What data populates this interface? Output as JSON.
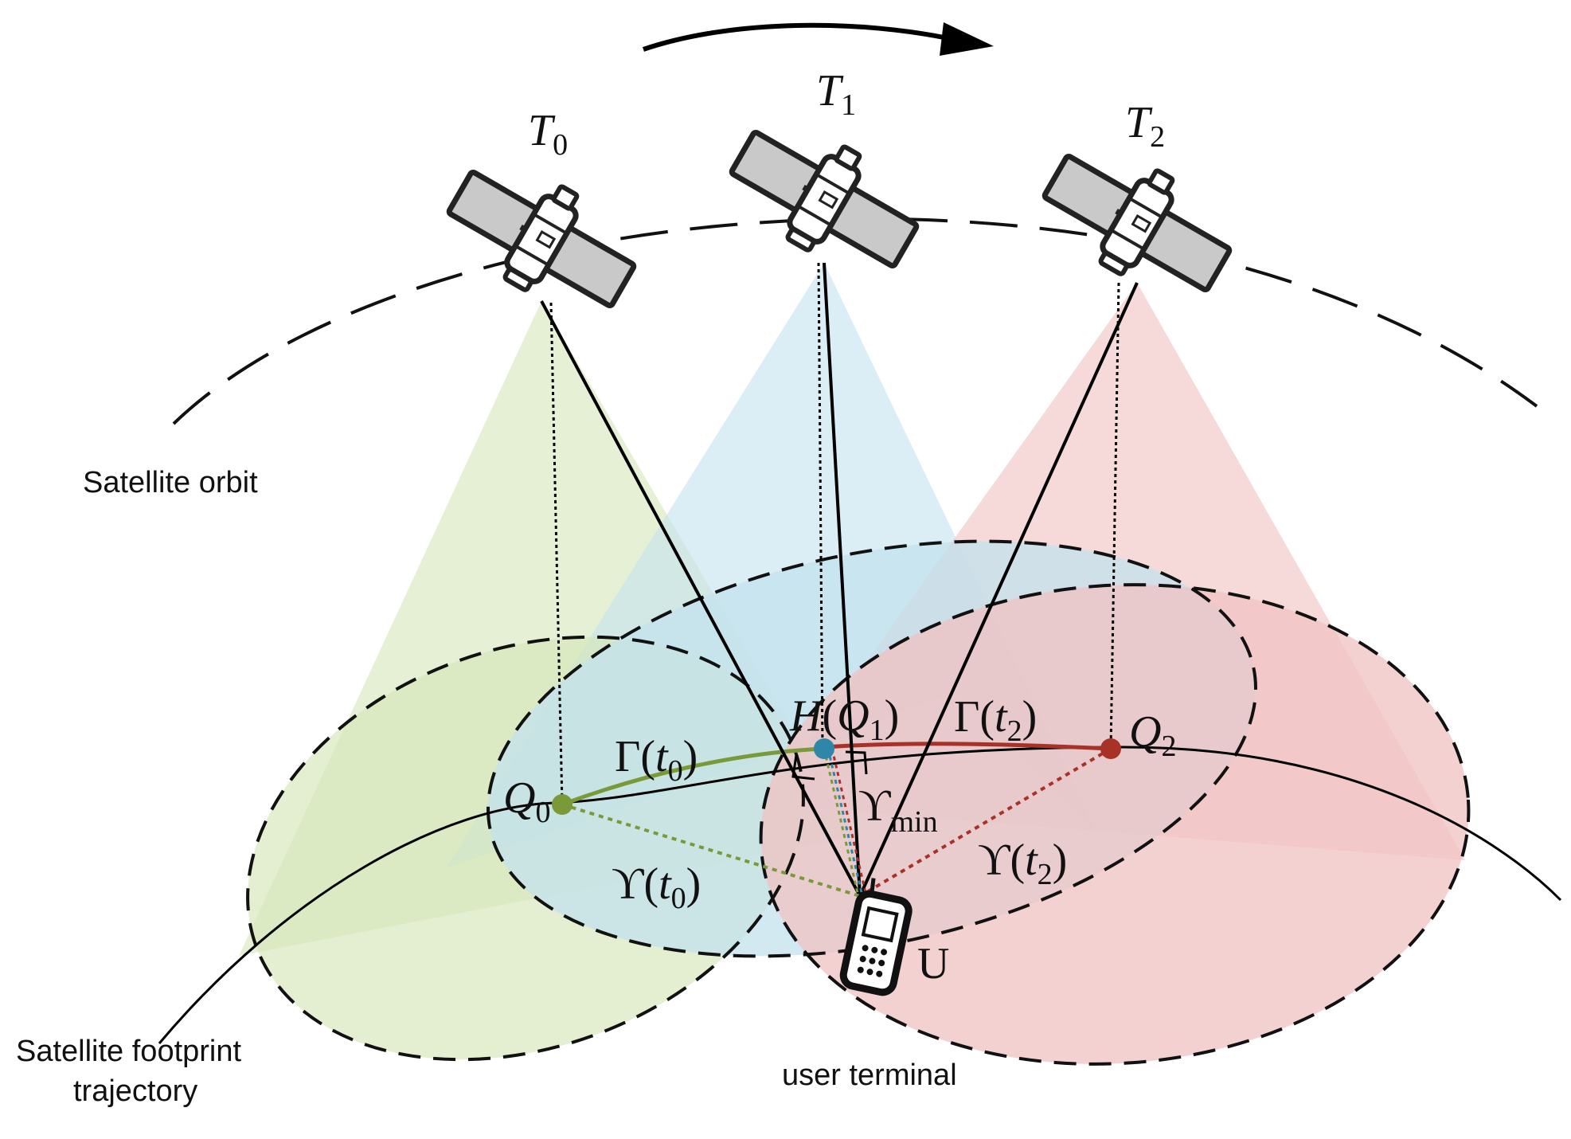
{
  "labels": {
    "satellite_orbit": "Satellite orbit",
    "footprint_line1": "Satellite footprint",
    "footprint_line2": "trajectory",
    "user_terminal": "user terminal",
    "user_mark": "U"
  },
  "satellites": [
    {
      "letter": "T",
      "sub": "0"
    },
    {
      "letter": "T",
      "sub": "1"
    },
    {
      "letter": "T",
      "sub": "2"
    }
  ],
  "points": {
    "q0": {
      "letter": "Q",
      "sub": "0"
    },
    "q2": {
      "letter": "Q",
      "sub": "2"
    },
    "h": {
      "letter": "H",
      "open": "(",
      "inner": "Q",
      "sub": "1",
      "close": ")"
    }
  },
  "math": {
    "gamma0": {
      "sym": "Γ",
      "open": "(",
      "var": "t",
      "sub": "0",
      "close": ")"
    },
    "gamma2": {
      "sym": "Γ",
      "open": "(",
      "var": "t",
      "sub": "2",
      "close": ")"
    },
    "ups0": {
      "sym": "ϒ",
      "open": "(",
      "var": "t",
      "sub": "0",
      "close": ")"
    },
    "ups2": {
      "sym": "ϒ",
      "open": "(",
      "var": "t",
      "sub": "2",
      "close": ")"
    },
    "upsmin": {
      "sym": "ϒ",
      "sub": "min"
    }
  },
  "colors": {
    "green_beam": "#d6e6b8",
    "blue_beam": "#c3e2ee",
    "red_beam": "#f0c2c2",
    "green_point": "#7a9a3a",
    "blue_point": "#2e86a8",
    "red_point": "#a83228"
  }
}
